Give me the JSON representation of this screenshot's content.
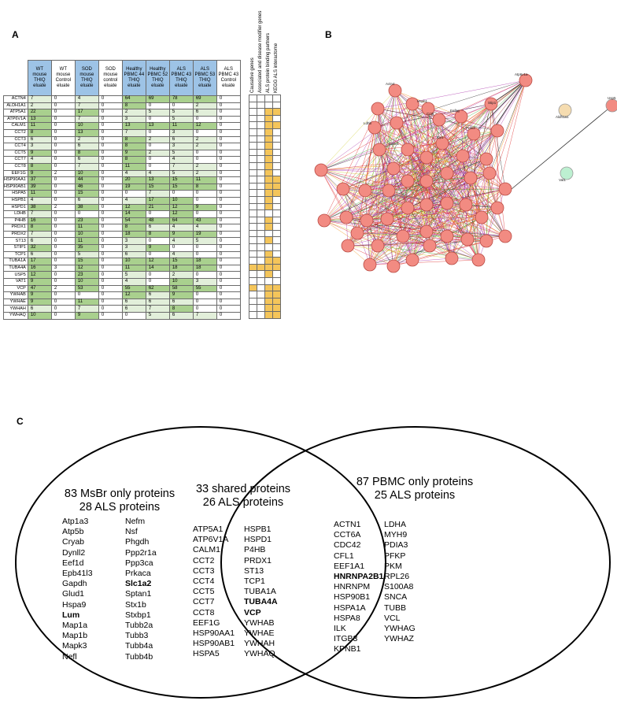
{
  "panels": {
    "a": "A",
    "b": "B",
    "c": "C"
  },
  "table_headers": [
    "WT mouse THIQ eluate",
    "WT mouse Control eluate",
    "SOD mouse THIQ eluate",
    "SOD mouse control eluate",
    "Healthy PBMC 44 THIQ eluate",
    "Healthy PBMC 52 THIQ eluate",
    "ALS PBMC 43 THIQ eluate",
    "ALS PBMC 53 THIQ eluate",
    "ALS PBMC 43 Control eluate"
  ],
  "header_blue": [
    true,
    false,
    true,
    false,
    true,
    true,
    true,
    true,
    false
  ],
  "annotation_headers": [
    "Causative genes",
    "Associated and disease modifier genes",
    "ALS protein binding partners",
    "KEGG ALS interactome"
  ],
  "rows": [
    {
      "gene": "ACTN4",
      "vals": [
        "7",
        "0",
        "4",
        "0",
        "64",
        "69",
        "78",
        "69",
        "0"
      ],
      "anno": [
        0,
        0,
        0,
        0
      ]
    },
    {
      "gene": "ALDH1A1",
      "vals": [
        "2",
        "0",
        "7",
        "0",
        "8",
        "0",
        "0",
        "2",
        "0"
      ],
      "anno": [
        0,
        0,
        0,
        0
      ]
    },
    {
      "gene": "ATP5A1",
      "vals": [
        "22",
        "0",
        "17",
        "0",
        "2",
        "5",
        "5",
        "6",
        "0"
      ],
      "anno": [
        0,
        0,
        1,
        1
      ]
    },
    {
      "gene": "ATP6V1A",
      "vals": [
        "13",
        "0",
        "7",
        "0",
        "3",
        "0",
        "5",
        "0",
        "0"
      ],
      "anno": [
        0,
        0,
        1,
        0
      ]
    },
    {
      "gene": "CALM1",
      "vals": [
        "11",
        "0",
        "10",
        "0",
        "13",
        "13",
        "11",
        "12",
        "0"
      ],
      "anno": [
        0,
        0,
        1,
        1
      ]
    },
    {
      "gene": "CCT2",
      "vals": [
        "8",
        "0",
        "13",
        "0",
        "7",
        "0",
        "3",
        "0",
        "0"
      ],
      "anno": [
        0,
        0,
        1,
        0
      ]
    },
    {
      "gene": "CCT3",
      "vals": [
        "6",
        "0",
        "2",
        "0",
        "8",
        "2",
        "6",
        "2",
        "0"
      ],
      "anno": [
        0,
        0,
        1,
        0
      ]
    },
    {
      "gene": "CCT4",
      "vals": [
        "3",
        "0",
        "6",
        "0",
        "8",
        "0",
        "3",
        "2",
        "0"
      ],
      "anno": [
        0,
        0,
        1,
        0
      ]
    },
    {
      "gene": "CCT5",
      "vals": [
        "9",
        "0",
        "8",
        "0",
        "9",
        "2",
        "5",
        "0",
        "0"
      ],
      "anno": [
        0,
        0,
        1,
        0
      ]
    },
    {
      "gene": "CCT7",
      "vals": [
        "4",
        "0",
        "6",
        "0",
        "8",
        "0",
        "4",
        "0",
        "0"
      ],
      "anno": [
        0,
        0,
        1,
        0
      ]
    },
    {
      "gene": "CCT8",
      "vals": [
        "8",
        "0",
        "7",
        "0",
        "11",
        "0",
        "7",
        "2",
        "0"
      ],
      "anno": [
        0,
        0,
        1,
        0
      ]
    },
    {
      "gene": "EEF1G",
      "vals": [
        "9",
        "2",
        "10",
        "0",
        "4",
        "4",
        "5",
        "2",
        "0"
      ],
      "anno": [
        0,
        0,
        1,
        0
      ]
    },
    {
      "gene": "HSP90AA1",
      "vals": [
        "37",
        "0",
        "44",
        "0",
        "20",
        "13",
        "15",
        "11",
        "0"
      ],
      "anno": [
        0,
        0,
        1,
        1
      ]
    },
    {
      "gene": "HSP90AB1",
      "vals": [
        "39",
        "0",
        "46",
        "0",
        "19",
        "15",
        "15",
        "8",
        "0"
      ],
      "anno": [
        0,
        0,
        1,
        1
      ]
    },
    {
      "gene": "HSPA5",
      "vals": [
        "11",
        "0",
        "15",
        "0",
        "0",
        "7",
        "0",
        "0",
        "0"
      ],
      "anno": [
        0,
        0,
        1,
        1
      ]
    },
    {
      "gene": "HSPB1",
      "vals": [
        "4",
        "0",
        "6",
        "0",
        "4",
        "17",
        "10",
        "0",
        "0"
      ],
      "anno": [
        0,
        0,
        1,
        0
      ]
    },
    {
      "gene": "HSPD1",
      "vals": [
        "38",
        "2",
        "38",
        "0",
        "12",
        "21",
        "12",
        "9",
        "0"
      ],
      "anno": [
        0,
        0,
        1,
        0
      ]
    },
    {
      "gene": "LDHB",
      "vals": [
        "7",
        "0",
        "0",
        "0",
        "14",
        "0",
        "12",
        "0",
        "0"
      ],
      "anno": [
        0,
        0,
        0,
        0
      ]
    },
    {
      "gene": "P4HB",
      "vals": [
        "16",
        "0",
        "23",
        "0",
        "54",
        "48",
        "64",
        "43",
        "0"
      ],
      "anno": [
        0,
        0,
        1,
        0
      ]
    },
    {
      "gene": "PRDX1",
      "vals": [
        "8",
        "0",
        "11",
        "0",
        "8",
        "6",
        "4",
        "4",
        "0"
      ],
      "anno": [
        0,
        0,
        1,
        0
      ]
    },
    {
      "gene": "PRDX2",
      "vals": [
        "7",
        "0",
        "10",
        "0",
        "18",
        "8",
        "9",
        "19",
        "0"
      ],
      "anno": [
        0,
        0,
        0,
        0
      ]
    },
    {
      "gene": "ST13",
      "vals": [
        "6",
        "0",
        "11",
        "0",
        "3",
        "0",
        "4",
        "5",
        "0"
      ],
      "anno": [
        0,
        0,
        1,
        0
      ]
    },
    {
      "gene": "STIP1",
      "vals": [
        "32",
        "0",
        "35",
        "0",
        "3",
        "9",
        "0",
        "0",
        "0"
      ],
      "anno": [
        0,
        0,
        0,
        0
      ]
    },
    {
      "gene": "TCP1",
      "vals": [
        "6",
        "0",
        "5",
        "0",
        "6",
        "0",
        "4",
        "0",
        "0"
      ],
      "anno": [
        0,
        0,
        1,
        0
      ]
    },
    {
      "gene": "TUBA1A",
      "vals": [
        "17",
        "0",
        "15",
        "0",
        "10",
        "12",
        "15",
        "18",
        "0"
      ],
      "anno": [
        0,
        0,
        1,
        1
      ]
    },
    {
      "gene": "TUBA4A",
      "vals": [
        "16",
        "3",
        "12",
        "0",
        "11",
        "14",
        "18",
        "18",
        "0"
      ],
      "anno": [
        1,
        1,
        1,
        1
      ]
    },
    {
      "gene": "USP5",
      "vals": [
        "12",
        "0",
        "23",
        "0",
        "5",
        "0",
        "2",
        "0",
        "0"
      ],
      "anno": [
        0,
        0,
        1,
        0
      ]
    },
    {
      "gene": "VAT1",
      "vals": [
        "9",
        "0",
        "10",
        "0",
        "4",
        "0",
        "10",
        "3",
        "0"
      ],
      "anno": [
        0,
        0,
        0,
        0
      ]
    },
    {
      "gene": "VCP",
      "vals": [
        "47",
        "2",
        "53",
        "0",
        "55",
        "62",
        "58",
        "55",
        "0"
      ],
      "anno": [
        1,
        0,
        1,
        1
      ]
    },
    {
      "gene": "YWHAB",
      "vals": [
        "9",
        "0",
        "0",
        "0",
        "12",
        "6",
        "9",
        "0",
        "0"
      ],
      "anno": [
        0,
        0,
        1,
        1
      ]
    },
    {
      "gene": "YWHAE",
      "vals": [
        "9",
        "0",
        "11",
        "0",
        "6",
        "6",
        "6",
        "0",
        "0"
      ],
      "anno": [
        0,
        0,
        1,
        1
      ]
    },
    {
      "gene": "YWHAH",
      "vals": [
        "6",
        "0",
        "7",
        "0",
        "6",
        "7",
        "8",
        "0",
        "0"
      ],
      "anno": [
        0,
        0,
        1,
        1
      ]
    },
    {
      "gene": "YWHAQ",
      "vals": [
        "10",
        "0",
        "9",
        "0",
        "0",
        "5",
        "6",
        "7",
        "0"
      ],
      "anno": [
        0,
        0,
        1,
        1
      ]
    }
  ],
  "network_labels": [
    "Actn4",
    "Atp6v1a",
    "Aldh1a1",
    "Usp5",
    "Vat1",
    "Hspb1",
    "Cct8",
    "Eef1g",
    "Prdx2",
    "Ldhb",
    "Calm1",
    "Stip1",
    "Tcp1"
  ],
  "venn": {
    "left": {
      "title1": "83 MsBr only proteins",
      "title2": "28 ALS proteins",
      "col1": [
        {
          "t": "Atp1a3",
          "b": false
        },
        {
          "t": "Atp5b",
          "b": false
        },
        {
          "t": "Cryab",
          "b": false
        },
        {
          "t": "Dynll2",
          "b": false
        },
        {
          "t": "Eef1d",
          "b": false
        },
        {
          "t": "Epb41l3",
          "b": false
        },
        {
          "t": "Gapdh",
          "b": false
        },
        {
          "t": "Glud1",
          "b": false
        },
        {
          "t": "Hspa9",
          "b": false
        },
        {
          "t": "Lum",
          "b": true
        },
        {
          "t": "Map1a",
          "b": false
        },
        {
          "t": "Map1b",
          "b": false
        },
        {
          "t": "Mapk3",
          "b": false
        },
        {
          "t": "Nefl",
          "b": false
        }
      ],
      "col2": [
        {
          "t": "Nefm",
          "b": false
        },
        {
          "t": "Nsf",
          "b": false
        },
        {
          "t": "Phgdh",
          "b": false
        },
        {
          "t": "Ppp2r1a",
          "b": false
        },
        {
          "t": "Ppp3ca",
          "b": false
        },
        {
          "t": "Prkaca",
          "b": false
        },
        {
          "t": "Slc1a2",
          "b": true
        },
        {
          "t": "Sptan1",
          "b": false
        },
        {
          "t": "Stx1b",
          "b": false
        },
        {
          "t": "Stxbp1",
          "b": false
        },
        {
          "t": "Tubb2a",
          "b": false
        },
        {
          "t": "Tubb3",
          "b": false
        },
        {
          "t": "Tubb4a",
          "b": false
        },
        {
          "t": "Tubb4b",
          "b": false
        }
      ]
    },
    "middle": {
      "title1": "33 shared proteins",
      "title2": "26 ALS proteins",
      "col1": [
        {
          "t": "ATP5A1",
          "b": false
        },
        {
          "t": "ATP6V1A",
          "b": false
        },
        {
          "t": "CALM1",
          "b": false
        },
        {
          "t": "CCT2",
          "b": false
        },
        {
          "t": "CCT3",
          "b": false
        },
        {
          "t": "CCT4",
          "b": false
        },
        {
          "t": "CCT5",
          "b": false
        },
        {
          "t": "CCT7",
          "b": false
        },
        {
          "t": "CCT8",
          "b": false
        },
        {
          "t": "EEF1G",
          "b": false
        },
        {
          "t": "HSP90AA1",
          "b": false
        },
        {
          "t": "HSP90AB1",
          "b": false
        },
        {
          "t": "HSPA5",
          "b": false
        }
      ],
      "col2": [
        {
          "t": "HSPB1",
          "b": false
        },
        {
          "t": "HSPD1",
          "b": false
        },
        {
          "t": "P4HB",
          "b": false
        },
        {
          "t": "PRDX1",
          "b": false
        },
        {
          "t": "ST13",
          "b": false
        },
        {
          "t": "TCP1",
          "b": false
        },
        {
          "t": "TUBA1A",
          "b": false
        },
        {
          "t": "TUBA4A",
          "b": true
        },
        {
          "t": "VCP",
          "b": true
        },
        {
          "t": "YWHAB",
          "b": false
        },
        {
          "t": "YWHAE",
          "b": false
        },
        {
          "t": "YWHAH",
          "b": false
        },
        {
          "t": "YWHAQ",
          "b": false
        }
      ]
    },
    "right": {
      "title1": "87 PBMC only proteins",
      "title2": "25 ALS proteins",
      "col1": [
        {
          "t": "ACTN1",
          "b": false
        },
        {
          "t": "CCT6A",
          "b": false
        },
        {
          "t": "CDC42",
          "b": false
        },
        {
          "t": "CFL1",
          "b": false
        },
        {
          "t": "EEF1A1",
          "b": false
        },
        {
          "t": "HNRNPA2B1",
          "b": true
        },
        {
          "t": "HNRNPM",
          "b": false
        },
        {
          "t": "HSP90B1",
          "b": false
        },
        {
          "t": "HSPA1A",
          "b": false
        },
        {
          "t": "HSPA8",
          "b": false
        },
        {
          "t": "ILK",
          "b": false
        },
        {
          "t": "ITGB3",
          "b": false
        },
        {
          "t": "KPNB1",
          "b": false
        }
      ],
      "col2": [
        {
          "t": "LDHA",
          "b": false
        },
        {
          "t": "MYH9",
          "b": false
        },
        {
          "t": "PDIA3",
          "b": false
        },
        {
          "t": "PFKP",
          "b": false
        },
        {
          "t": "PKM",
          "b": false
        },
        {
          "t": "RPL26",
          "b": false
        },
        {
          "t": "S100A8",
          "b": false
        },
        {
          "t": "SNCA",
          "b": false
        },
        {
          "t": "TUBB",
          "b": false
        },
        {
          "t": "VCL",
          "b": false
        },
        {
          "t": "YWHAG",
          "b": false
        },
        {
          "t": "YWHAZ",
          "b": false
        }
      ]
    }
  },
  "colors": {
    "header_blue": "#9dc3e6",
    "cell_green": "#a9d08e",
    "cell_lightgreen": "#e2efda",
    "anno_yellow": "#f4c55a",
    "node_red": "#f28b82",
    "node_tan": "#f5dcb0",
    "node_mint": "#bdf0d1"
  }
}
